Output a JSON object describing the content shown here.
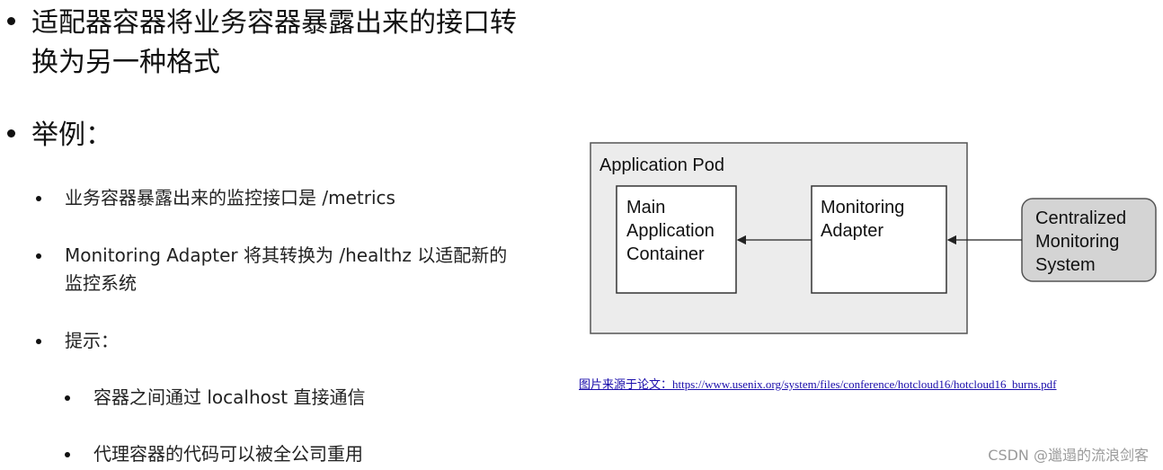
{
  "bullets": {
    "main1": "适配器容器将业务容器暴露出来的接口转换为另一种格式",
    "main2": "举例：",
    "sub1": "业务容器暴露出来的监控接口是 /metrics",
    "sub2": "Monitoring Adapter 将其转换为 /healthz 以适配新的监控系统",
    "sub3": "提示：",
    "subsub1": "容器之间通过 localhost 直接通信",
    "subsub2": "代理容器的代码可以被全公司重用"
  },
  "diagram": {
    "pod_label": "Application Pod",
    "main_container": [
      "Main",
      "Application",
      "Container"
    ],
    "adapter": [
      "Monitoring",
      "Adapter"
    ],
    "external_system": [
      "Centralized",
      "Monitoring",
      "System"
    ]
  },
  "caption": "图片来源于论文：https://www.usenix.org/system/files/conference/hotcloud16/hotcloud16_burns.pdf",
  "watermark": "CSDN @邋遢的流浪剑客",
  "colors": {
    "pod_bg": "#ececec",
    "external_bg": "#d4d4d4",
    "link": "#1a0dab"
  }
}
